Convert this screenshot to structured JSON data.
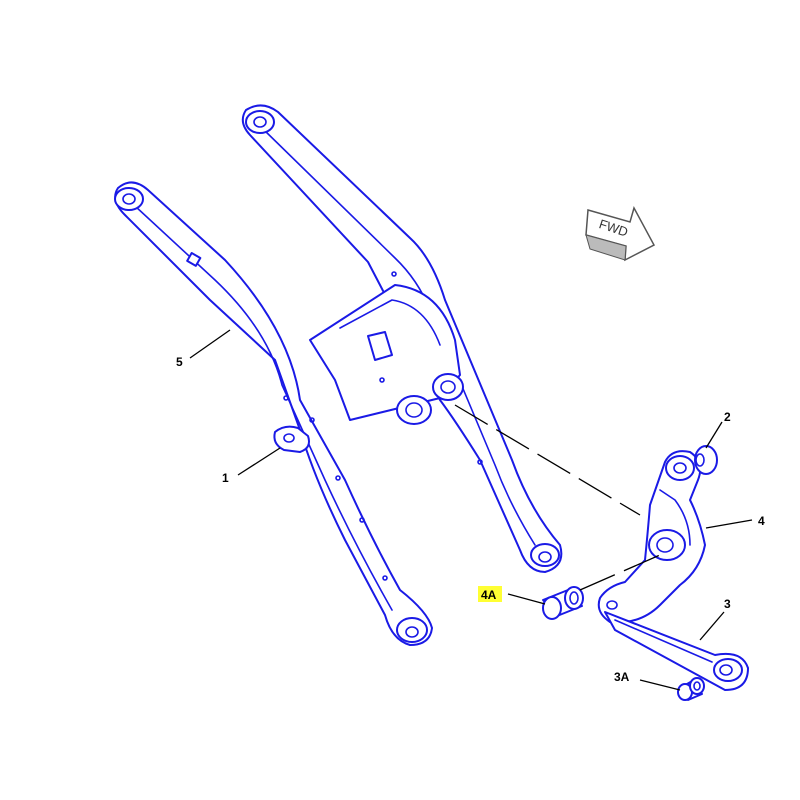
{
  "diagram": {
    "direction_label": "FWD",
    "callouts": {
      "c1": "1",
      "c2": "2",
      "c3": "3",
      "c3a": "3A",
      "c4": "4",
      "c4a": "4A",
      "c5": "5"
    },
    "colors": {
      "part_outline": "#1a1ae6",
      "leader": "#000000",
      "highlight": "#ffff33"
    }
  }
}
